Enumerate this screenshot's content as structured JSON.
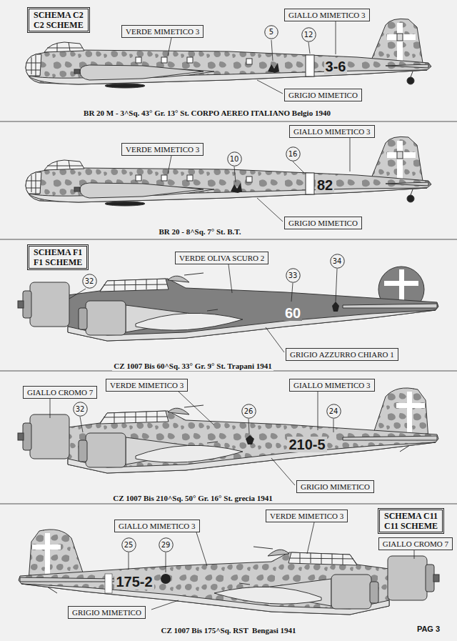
{
  "diagram": {
    "nodes": [
      {
        "text": [
          "SCHEMA C2",
          "C2 SCHEME"
        ]
      },
      {
        "text": [
          "VERDE MIMETICO 3"
        ]
      },
      {
        "text": [
          "GIALLO MIMETICO 3"
        ]
      },
      {
        "text": [
          "5"
        ]
      },
      {
        "text": [
          "12"
        ]
      },
      {
        "text": [
          "GRIGIO MIMETICO"
        ]
      },
      {
        "text": [
          "VERDE MIMETICO 3"
        ]
      },
      {
        "text": [
          "GIALLO MIMETICO 3"
        ]
      },
      {
        "text": [
          "10"
        ]
      },
      {
        "text": [
          "16"
        ]
      },
      {
        "text": [
          "GRIGIO MIMETICO"
        ]
      },
      {
        "text": [
          "SCHEMA F1",
          "F1 SCHEME"
        ]
      },
      {
        "text": [
          "VERDE OLIVA SCURO 2"
        ]
      },
      {
        "text": [
          "34"
        ]
      },
      {
        "text": [
          "32"
        ]
      },
      {
        "text": [
          "33"
        ]
      },
      {
        "text": [
          "GRIGIO AZZURRO CHIARO 1"
        ]
      },
      {
        "text": [
          "GIALLO CROMO 7"
        ]
      },
      {
        "text": [
          "VERDE MIMETICO 3"
        ]
      },
      {
        "text": [
          "GIALLO MIMETICO 3"
        ]
      },
      {
        "text": [
          "32"
        ]
      },
      {
        "text": [
          "26"
        ]
      },
      {
        "text": [
          "24"
        ]
      },
      {
        "text": [
          "GRIGIO MIMETICO"
        ]
      },
      {
        "text": [
          "GIALLO MIMETICO 3"
        ]
      },
      {
        "text": [
          "VERDE MIMETICO 3"
        ]
      },
      {
        "text": [
          "SCHEMA C11",
          "C11 SCHEME"
        ]
      },
      {
        "text": [
          "GIALLO CROMO 7"
        ]
      },
      {
        "text": [
          "25"
        ]
      },
      {
        "text": [
          "29"
        ]
      },
      {
        "text": [
          "GRIGIO MIMETICO"
        ]
      }
    ],
    "labels": [
      "3-6",
      "BR 20 M - 3^Sq. 43° Gr. 13° St. CORPO AEREO ITALIANO Belgio 1940",
      "82",
      "BR 20 - 8^Sq. 7° St. B.T.",
      "60",
      "CZ 1007 Bis 60^Sq. 33° Gr. 9° St. Trapani 1941",
      "210-5",
      "CZ 1007 Bis 210^Sq. 50° Gr. 16° St. grecia 1941",
      "175-2",
      "CZ 1007 Bis 175^Sq. RST  Bengasi 1941",
      "PAG 3"
    ]
  }
}
